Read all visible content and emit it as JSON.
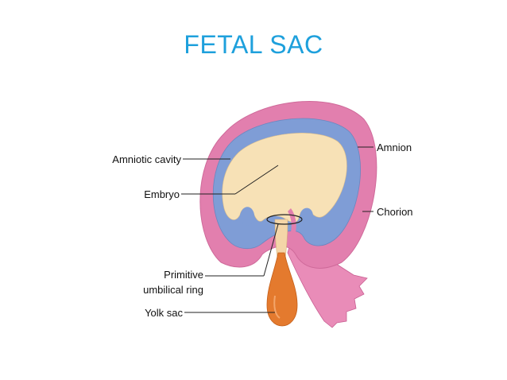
{
  "title": "FETAL SAC",
  "labels": {
    "amniotic_cavity": "Amniotic cavity",
    "embryo": "Embryo",
    "primitive_line1": "Primitive",
    "primitive_line2": "umbilical ring",
    "yolk_sac": "Yolk sac",
    "amnion": "Amnion",
    "chorion": "Chorion"
  },
  "colors": {
    "title": "#1ea0dc",
    "chorion": "#e27fae",
    "amnion": "#7f9dd6",
    "amniotic_cavity": "#f7e1b6",
    "yolk_sac": "#e47a2e",
    "stalk": "#f4d6a8"
  }
}
